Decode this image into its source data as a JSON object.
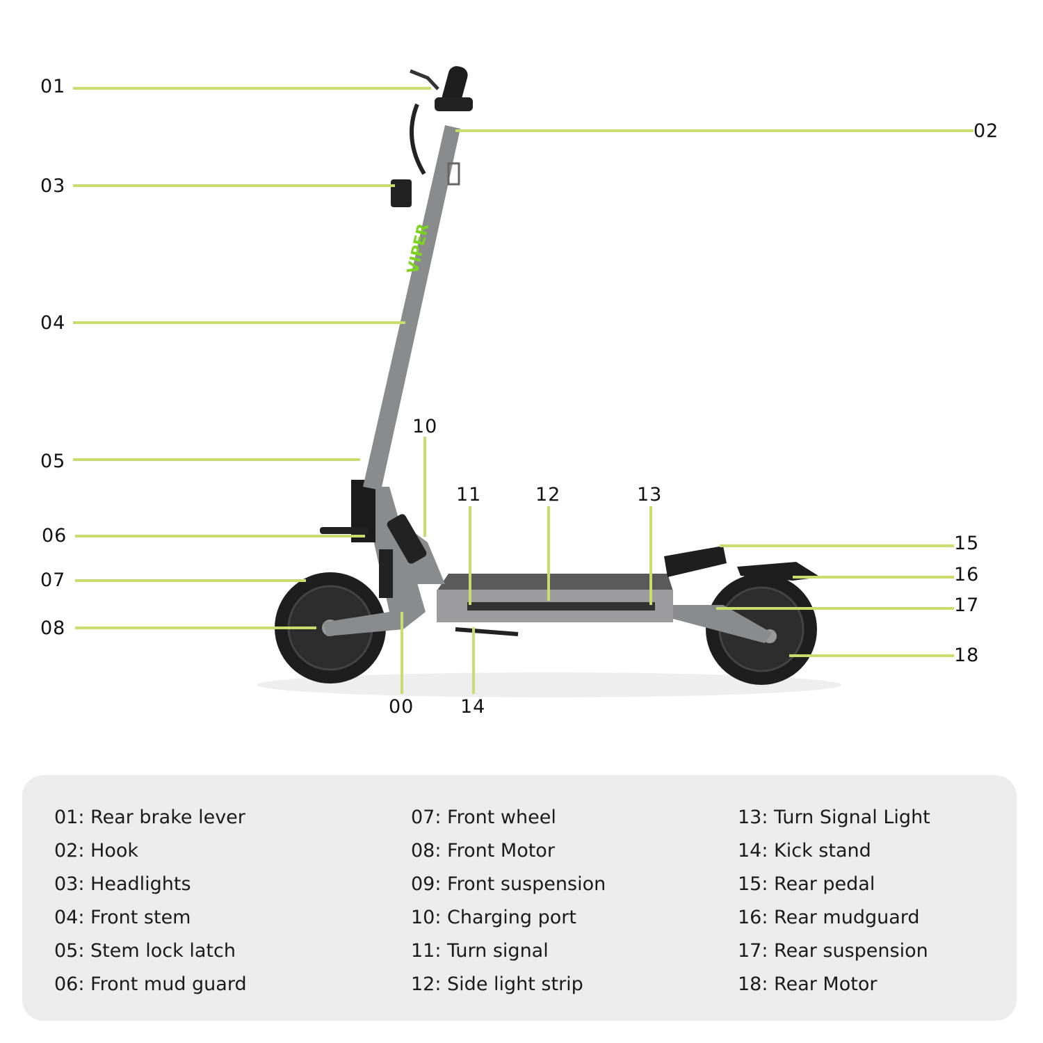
{
  "callouts": {
    "c01": "01",
    "c02": "02",
    "c03": "03",
    "c04": "04",
    "c05": "05",
    "c06": "06",
    "c07": "07",
    "c08": "08",
    "c10": "10",
    "c11": "11",
    "c12": "12",
    "c13": "13",
    "c00": "00",
    "c14": "14",
    "c15": "15",
    "c16": "16",
    "c17": "17",
    "c18": "18"
  },
  "brand_text": "VIPER",
  "colors": {
    "callout_line": "#c9dd6e",
    "frame": "#8a8b8d",
    "tire": "#1e1e1e",
    "legend_bg": "#ececec"
  },
  "legend": [
    "01: Rear brake lever",
    "02: Hook",
    "03: Headlights",
    "04: Front stem",
    "05: Stem lock latch",
    "06: Front mud guard",
    "07: Front wheel",
    "08: Front Motor",
    "09: Front suspension",
    "10: Charging port",
    "11: Turn signal",
    "12: Side light strip",
    "13: Turn Signal Light",
    "14: Kick stand",
    "15: Rear pedal",
    "16: Rear mudguard",
    "17: Rear suspension",
    "18: Rear Motor"
  ]
}
